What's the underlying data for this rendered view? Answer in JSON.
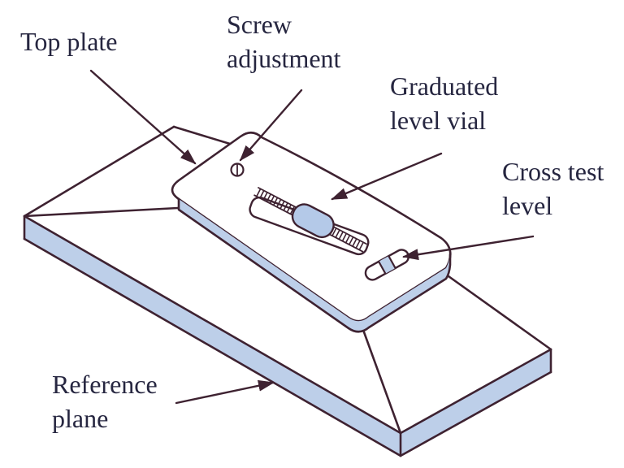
{
  "labels": [
    {
      "id": "top-plate",
      "text": "Top plate"
    },
    {
      "id": "screw-adjustment",
      "text": "Screw\nadjustment"
    },
    {
      "id": "graduated-level-vial",
      "text": "Graduated\nlevel vial"
    },
    {
      "id": "cross-test-level",
      "text": "Cross test\nlevel"
    },
    {
      "id": "reference-plane",
      "text": "Reference\nplane"
    }
  ],
  "colors": {
    "line": "#3E2231",
    "label_text": "#262640",
    "fill_blue": "#BDCFE9",
    "bubble_blue": "#B4C9E8",
    "background": "#FFFFFF"
  }
}
